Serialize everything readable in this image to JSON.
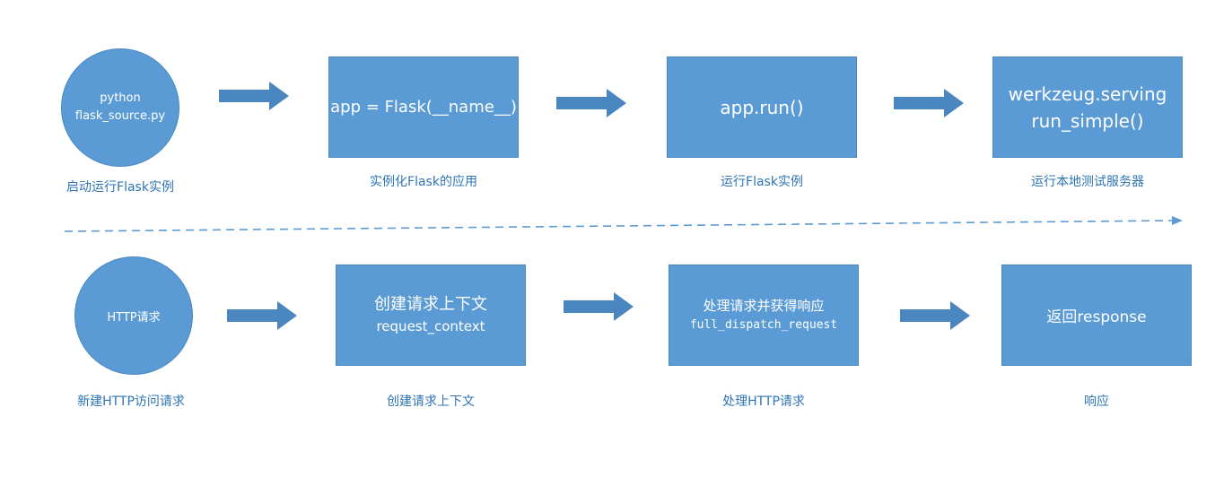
{
  "colors": {
    "node_fill": "#5b9bd5",
    "caption_text": "#2e75b6",
    "arrow_fill": "#4a86c0"
  },
  "row1": {
    "start": {
      "line1": "python",
      "line2": "flask_source.py",
      "caption": "启动运行Flask实例"
    },
    "step1": {
      "text": "app = Flask(__name__)",
      "caption": "实例化Flask的应用"
    },
    "step2": {
      "text": "app.run()",
      "caption": "运行Flask实例"
    },
    "step3": {
      "line1": "werkzeug.serving",
      "line2": "run_simple()",
      "caption": "运行本地测试服务器"
    }
  },
  "row2": {
    "start": {
      "text": "HTTP请求",
      "caption": "新建HTTP访问请求"
    },
    "step1": {
      "line1": "创建请求上下文",
      "line2": "request_context",
      "caption": "创建请求上下文"
    },
    "step2": {
      "line1": "处理请求并获得响应",
      "line2": "full_dispatch_request",
      "caption": "处理HTTP请求"
    },
    "step3": {
      "text": "返回response",
      "caption": "响应"
    }
  }
}
